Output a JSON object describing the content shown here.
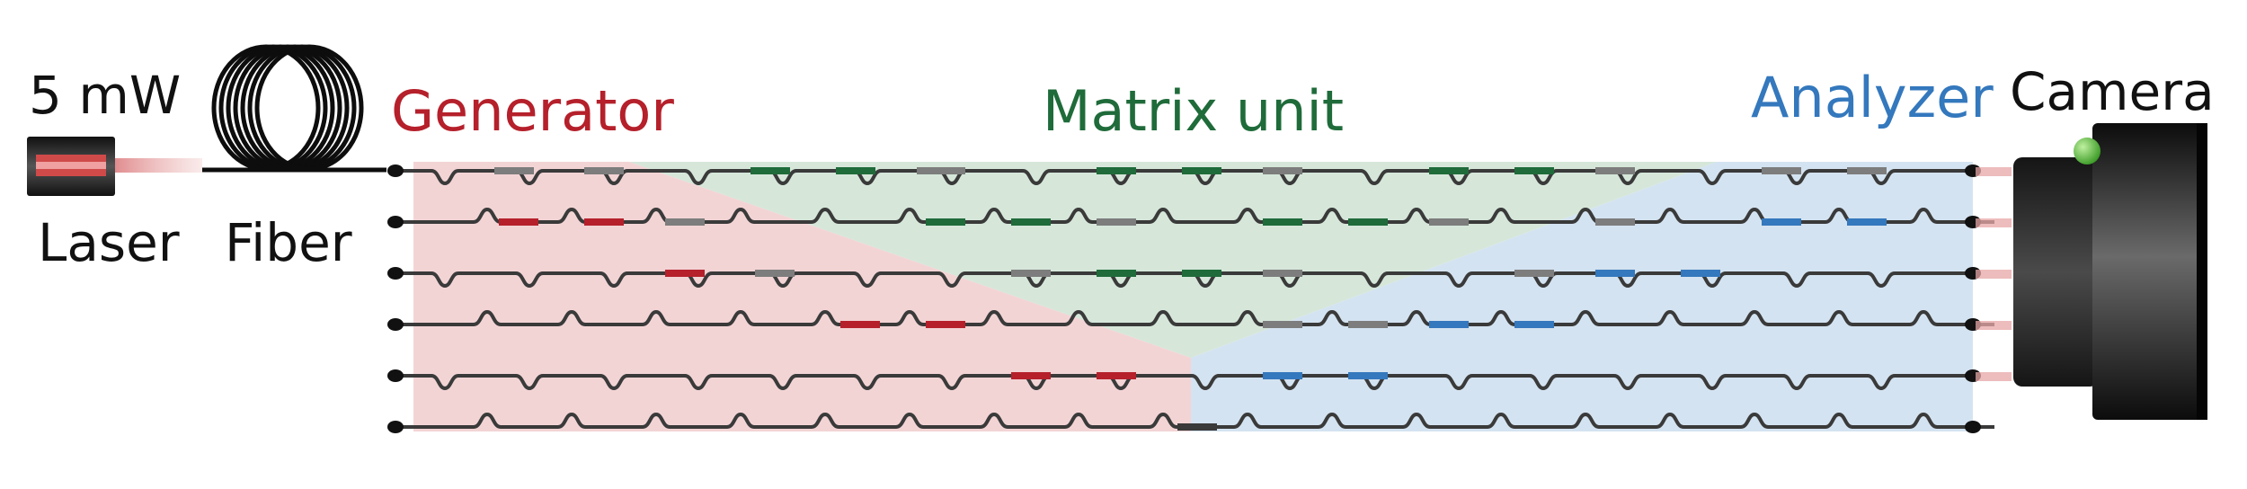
{
  "labels": {
    "power": "5 mW",
    "laser": "Laser",
    "fiber": "Fiber",
    "generator": "Generator",
    "matrix": "Matrix unit",
    "analyzer": "Analyzer",
    "camera": "Camera"
  },
  "colors": {
    "generator": "#b5202b",
    "matrix": "#1f6b3a",
    "analyzer": "#3478bd",
    "inactive": "#7d7d7d",
    "generator_region": "#f2cfd0",
    "matrix_region": "#cfe3d3",
    "analyzer_region": "#cfe0f0",
    "waveguide": "#3a3a3a"
  },
  "chip": {
    "waveguides": 6,
    "interferometer_columns": 18
  }
}
